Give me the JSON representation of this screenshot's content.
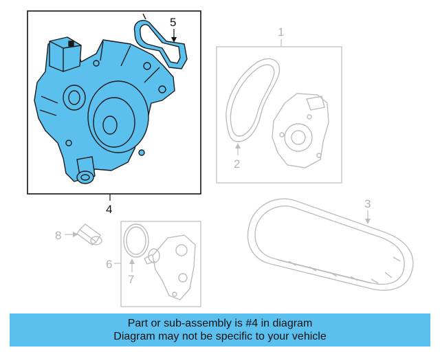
{
  "callouts": {
    "c1": "1",
    "c2": "2",
    "c3": "3",
    "c4": "4",
    "c5": "5",
    "c6": "6",
    "c7": "7",
    "c8": "8"
  },
  "banner": {
    "line1": "Part or sub-assembly is #4 in diagram",
    "line2": "Diagram may not be specific to your vehicle"
  },
  "colors": {
    "highlight": "#5bc0ee",
    "outline": "#1a1a1a",
    "faded": "#bdbdbd"
  }
}
